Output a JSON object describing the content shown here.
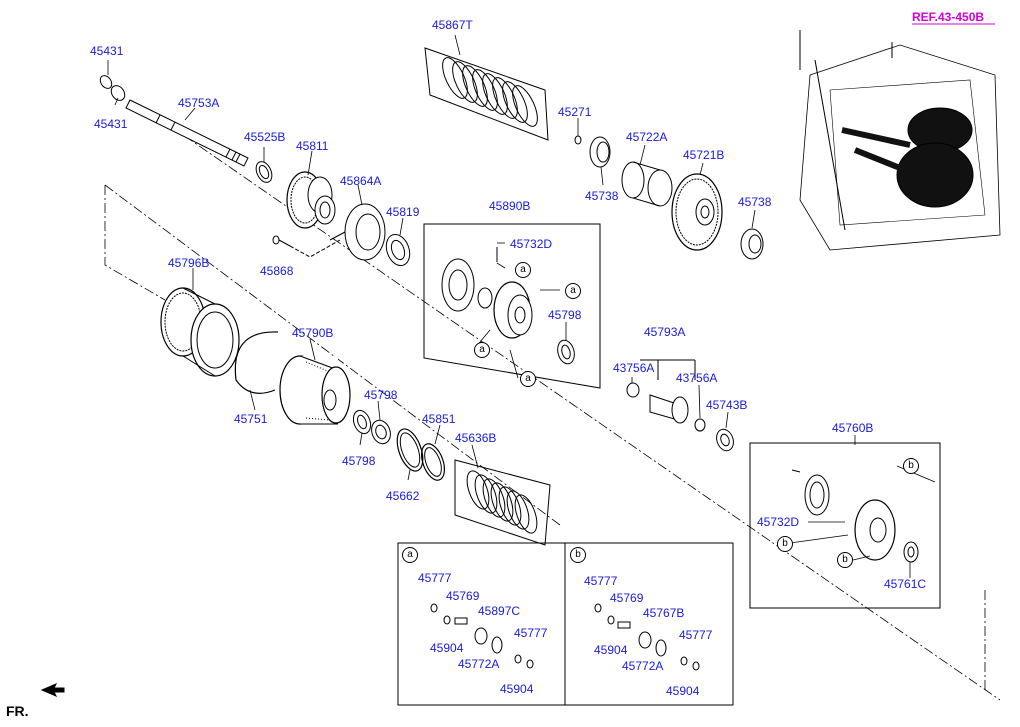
{
  "diagram": {
    "ref_label": "REF.43-450B",
    "front_label": "FR.",
    "parts": {
      "p45431a": "45431",
      "p45431b": "45431",
      "p45753A": "45753A",
      "p45525B": "45525B",
      "p45811": "45811",
      "p45864A": "45864A",
      "p45819": "45819",
      "p45868": "45868",
      "p45796B": "45796B",
      "p45790B": "45790B",
      "p45751": "45751",
      "p45798a": "45798",
      "p45798b": "45798",
      "p45662": "45662",
      "p45851": "45851",
      "p45636B": "45636B",
      "p45867T": "45867T",
      "p45271": "45271",
      "p45738a": "45738",
      "p45722A": "45722A",
      "p45721B": "45721B",
      "p45738b": "45738",
      "p45890B": "45890B",
      "p45732Da": "45732D",
      "p45798c": "45798",
      "p45793A": "45793A",
      "p43756Aa": "43756A",
      "p43756Ab": "43756A",
      "p45743B": "45743B",
      "p45760B": "45760B",
      "p45732Db": "45732D",
      "p45761C": "45761C"
    },
    "callouts": {
      "a": "a",
      "b": "b"
    },
    "inset_a": {
      "tag": "a",
      "p45777a": "45777",
      "p45769": "45769",
      "p45897C": "45897C",
      "p45904a": "45904",
      "p45777b": "45777",
      "p45772A": "45772A",
      "p45904b": "45904"
    },
    "inset_b": {
      "tag": "b",
      "p45777a": "45777",
      "p45769": "45769",
      "p45767B": "45767B",
      "p45904a": "45904",
      "p45777b": "45777",
      "p45772A": "45772A",
      "p45904b": "45904"
    },
    "colors": {
      "label": "#1a1adb",
      "ref": "#d400d4",
      "line": "#000000"
    }
  }
}
